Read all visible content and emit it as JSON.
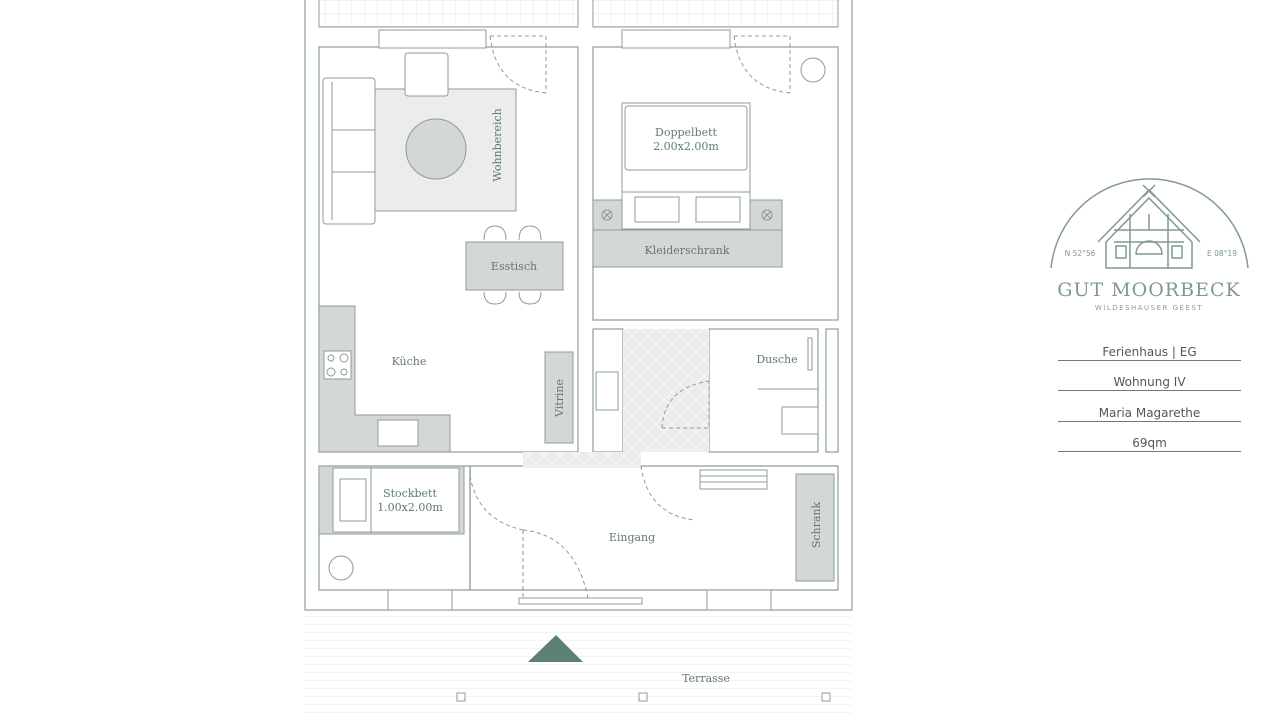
{
  "plan": {
    "rooms": {
      "wohnbereich": "Wohnbereich",
      "esstisch": "Esstisch",
      "doppelbett": "Doppelbett",
      "doppelbett_size": "2.00x2.00m",
      "kleiderschrank": "Kleiderschrank",
      "kueche": "Küche",
      "vitrine": "Vitrine",
      "dusche": "Dusche",
      "stockbett": "Stockbett",
      "stockbett_size": "1.00x2.00m",
      "eingang": "Eingang",
      "schrank": "Schrank",
      "terrasse": "Terrasse"
    }
  },
  "logo": {
    "name": "GUT MOORBECK",
    "subtitle": "WILDESHAUSER GEEST",
    "lat": "N 52°56",
    "lon": "E 08°19"
  },
  "info": [
    "Ferienhaus | EG",
    "Wohnung IV",
    "Maria Magarethe",
    "69qm"
  ],
  "colors": {
    "accent": "#5d7f74",
    "floor": "#ececec",
    "furniture": "#d3d7d5",
    "wall": "#8d9c96"
  }
}
